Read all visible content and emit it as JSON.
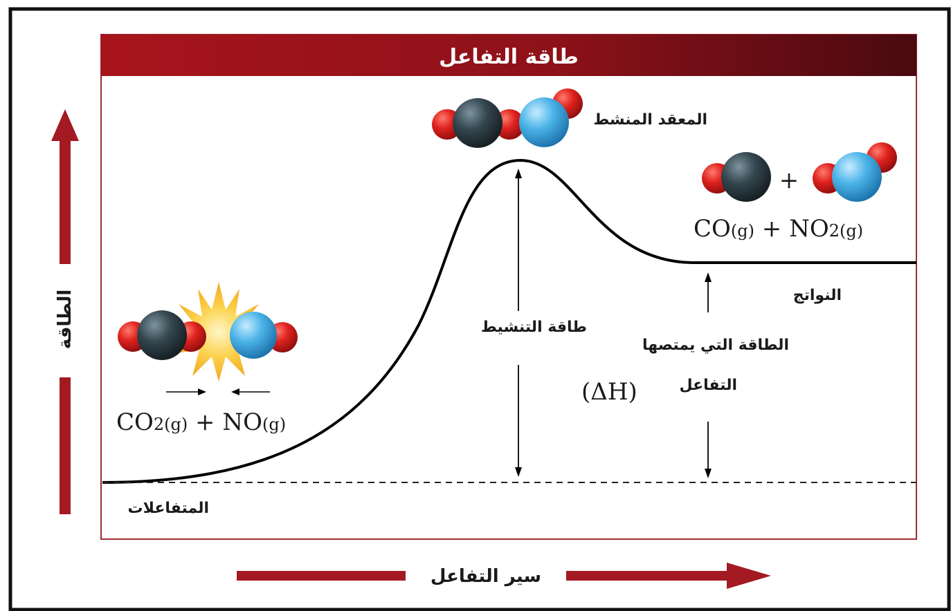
{
  "title": "طاقة التفاعل",
  "y_axis_label": "الطاقة",
  "x_axis_label": "سير التفاعل",
  "labels": {
    "activated_complex": "المعقد المنشط",
    "activation_energy": "طاقة التنشيط",
    "absorbed_line1": "الطاقة التي يمتصها",
    "absorbed_line2": "التفاعل",
    "delta_h": "(ΔH)",
    "products": "النواتج",
    "reactants": "المتفاعلات"
  },
  "reactants_formula": {
    "a": "CO",
    "a_sub": "2(g)",
    "plus": " + ",
    "b": "NO",
    "b_sub": "(g)"
  },
  "products_formula": {
    "a": "CO",
    "a_sub": "(g)",
    "plus": " + ",
    "b": "NO",
    "b_sub": "2(g)"
  },
  "product_plus": "+",
  "colors": {
    "frame_border": "#9a2a32",
    "title_bar_start": "#a8141c",
    "title_bar_end": "#4a0a10",
    "arrow": "#a31a22",
    "oxygen": "#d11f1f",
    "carbon": "#2f3f47",
    "nitrogen": "#45aee3",
    "collision_burst": "#f7c948"
  },
  "molecules": {
    "reactant_left": "carbon-dioxide",
    "reactant_right": "nitrogen-monoxide",
    "activated_complex": "O-C-O-N complex",
    "product_left": "carbon-monoxide",
    "product_right": "nitrogen-dioxide"
  }
}
